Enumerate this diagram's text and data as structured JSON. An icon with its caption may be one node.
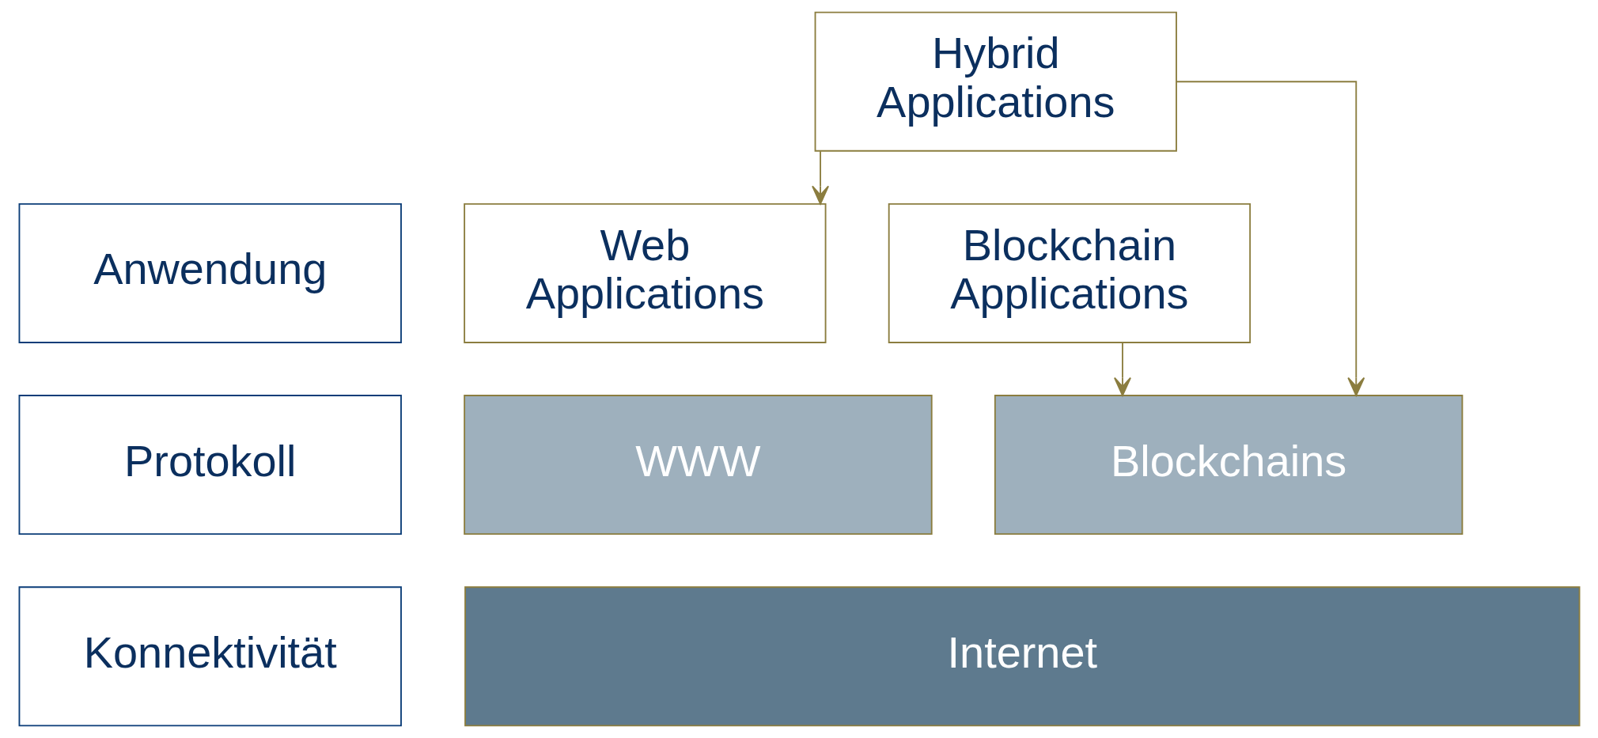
{
  "diagram": {
    "nodes": [
      {
        "text": [
          "Anwendung"
        ]
      },
      {
        "text": [
          "Hybrid Applications"
        ]
      },
      {
        "text": [
          "Web Applications"
        ]
      },
      {
        "text": [
          "Blockchain Applications"
        ]
      },
      {
        "text": [
          "Protokoll"
        ]
      },
      {
        "text": [
          "WWW"
        ]
      },
      {
        "text": [
          "Blockchains"
        ]
      },
      {
        "text": [
          "Konnektivität"
        ]
      },
      {
        "text": [
          "Internet"
        ]
      }
    ],
    "edges": [
      {
        "from": 1,
        "to": 2,
        "arrow": "to"
      },
      {
        "from": 1,
        "to": 6,
        "arrow": "to"
      },
      {
        "from": 3,
        "to": 6,
        "arrow": "to"
      }
    ]
  }
}
